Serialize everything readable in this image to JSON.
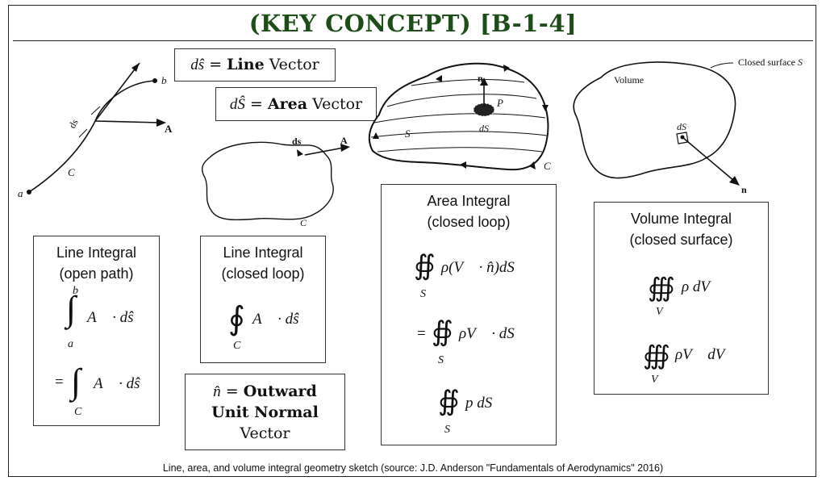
{
  "title": "(KEY CONCEPT) [B-1-4]",
  "defs": {
    "line_vector": {
      "symbol": "dŝ",
      "equals": "=",
      "bold": "Line",
      "rest": "Vector"
    },
    "area_vector": {
      "symbol": "dŜ",
      "equals": "=",
      "bold": "Area",
      "rest": "Vector"
    },
    "normal_vector": {
      "symbol": "n̂",
      "equals": "=",
      "bold1": "Outward",
      "bold2": "Unit Normal",
      "rest": "Vector"
    }
  },
  "fig_open_path": {
    "a": "a",
    "b": "b",
    "c": "C",
    "ds": "ds",
    "A": "A"
  },
  "fig_closed_loop": {
    "ds": "ds",
    "A": "A",
    "c": "C"
  },
  "fig_area": {
    "n": "n",
    "P": "P",
    "S": "S",
    "dS": "dS",
    "C": "C"
  },
  "fig_volume": {
    "volume": "Volume",
    "closed_surface": "Closed surface",
    "S": "S",
    "dS": "dS",
    "n": "n"
  },
  "line_open": {
    "title1": "Line Integral",
    "title2": "(open path)",
    "upper": "b",
    "lower": "a",
    "integrand": "A⃗ · dŝ",
    "eq": "=",
    "lower2": "C",
    "integrand2": "A⃗ · dŝ"
  },
  "line_closed": {
    "title1": "Line Integral",
    "title2": "(closed loop)",
    "lower": "C",
    "integrand": "A⃗ · dŝ"
  },
  "area_int": {
    "title1": "Area Integral",
    "title2": "(closed loop)",
    "expr1": "ρ(V⃗ · n̂)dS",
    "lower1": "S",
    "eq": "=",
    "expr2": "ρV⃗ · dS⃗",
    "lower2": "S",
    "expr3": "p dS⃗",
    "lower3": "S"
  },
  "vol_int": {
    "title1": "Volume Integral",
    "title2": "(closed surface)",
    "expr1": "ρ dV",
    "lower1": "V",
    "expr2": "ρV⃗ dV",
    "lower2": "V"
  },
  "caption": "Line, area, and volume integral geometry sketch (source: J.D. Anderson \"Fundamentals of Aerodynamics\" 2016)",
  "colors": {
    "title": "#1e4d19",
    "ink": "#111111"
  }
}
